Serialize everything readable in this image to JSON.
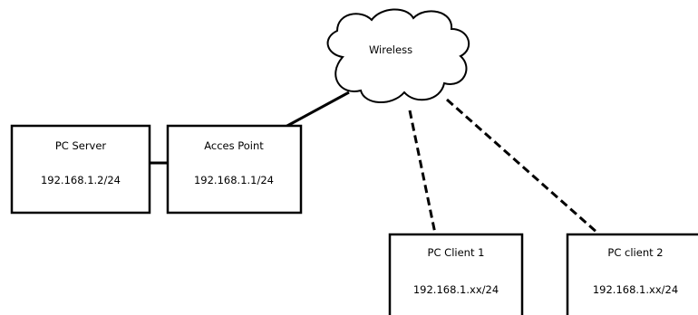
{
  "cloud": {
    "label": "Wireless"
  },
  "nodes": {
    "server": {
      "name": "PC Server",
      "ip": "192.168.1.2/24"
    },
    "ap": {
      "name": "Acces Point",
      "ip": "192.168.1.1/24"
    },
    "client1": {
      "name": "PC Client 1",
      "ip": "192.168.1.xx/24"
    },
    "client2": {
      "name": "PC client 2",
      "ip": "192.168.1.xx/24"
    }
  },
  "links": [
    {
      "from": "server",
      "to": "ap",
      "style": "solid"
    },
    {
      "from": "ap",
      "to": "cloud",
      "style": "solid"
    },
    {
      "from": "cloud",
      "to": "client1",
      "style": "dashed"
    },
    {
      "from": "cloud",
      "to": "client2",
      "style": "dashed"
    }
  ],
  "colors": {
    "stroke": "#000000",
    "fill": "#ffffff"
  }
}
